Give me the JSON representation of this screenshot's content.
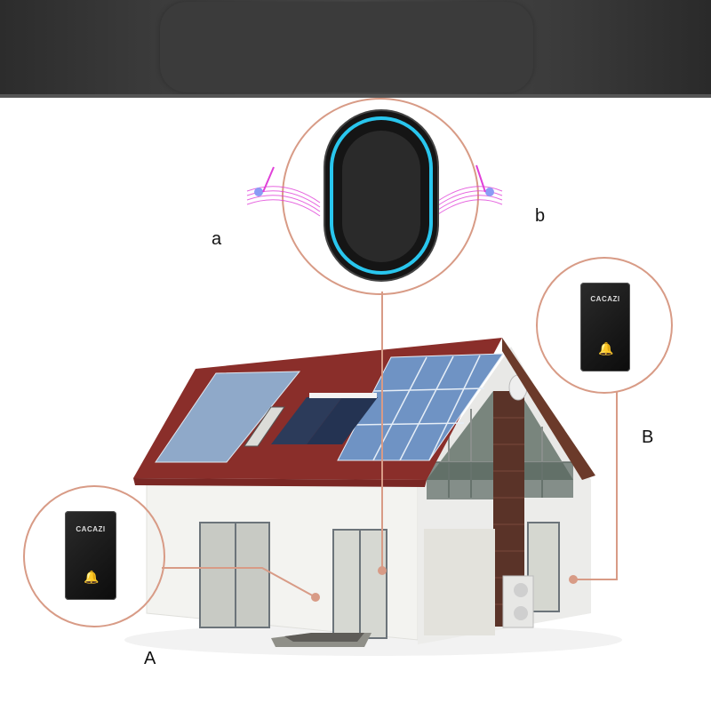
{
  "header": {
    "background_color": "#3a3a3a"
  },
  "receiver": {
    "label_left": "a",
    "label_right": "b",
    "ring_color": "#29c6ee",
    "body_color": "#1a1a1a",
    "music_color": "#e040d8"
  },
  "transmitters": [
    {
      "id": "A",
      "label": "A",
      "brand": "CACAZI",
      "icon": "bell-icon"
    },
    {
      "id": "B",
      "label": "B",
      "brand": "CACAZI",
      "icon": "bell-icon"
    }
  ],
  "colors": {
    "callout": "#d89b86",
    "roof": "#8a2e2a",
    "solar": "#6f93c4",
    "wall": "#f1f1ee",
    "brick": "#5a3328"
  }
}
